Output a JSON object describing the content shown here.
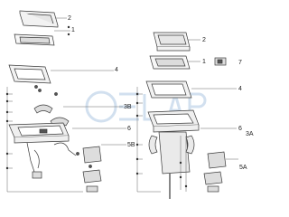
{
  "colors": {
    "line": "#3a3a3a",
    "fill": "#f2f2f2",
    "dark": "#555555",
    "watermark": "#c7d9ec",
    "label": "#222222"
  },
  "labels": {
    "l1": "1",
    "l2": "2",
    "l4a": "4",
    "l3b": "3B",
    "l6a": "6",
    "l5b": "5B",
    "r1": "1",
    "r2": "2",
    "r7": "7",
    "r4": "4",
    "r6": "6",
    "r3a": "3A",
    "r5a": "5A"
  },
  "watermark": {
    "icon": "watermark-logo-icon"
  }
}
